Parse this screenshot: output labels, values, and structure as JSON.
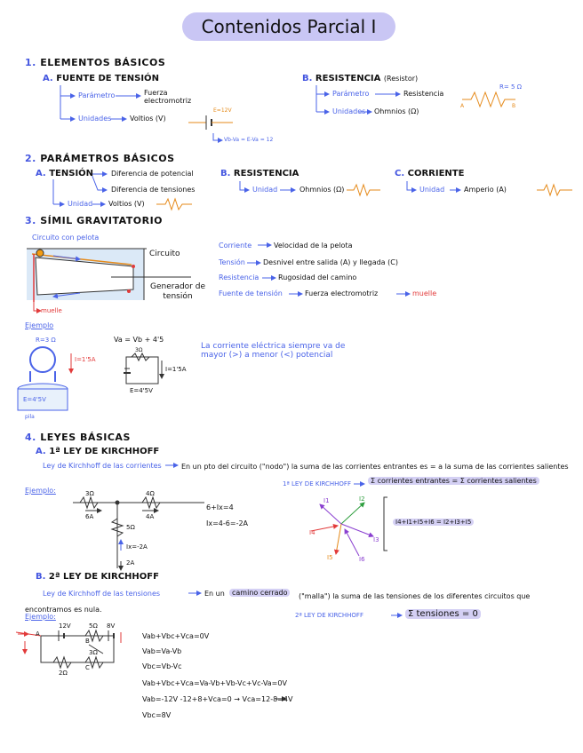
{
  "title": "Contenidos Parcial I",
  "s1": {
    "num": "1.",
    "heading": "ELEMENTOS BÁSICOS",
    "a_letter": "A.",
    "a_heading": "FUENTE DE TENSIÓN",
    "a_param": "Parámetro",
    "a_param_val": "Fuerza electromotriz",
    "a_unit": "Unidades",
    "a_unit_val": "Voltios (V)",
    "a_circuit_e": "E=12V",
    "a_formula": "Vb-Va = E-Va = 12",
    "b_letter": "B.",
    "b_heading": "RESISTENCIA",
    "b_heading_sub": "(Resistor)",
    "b_param": "Parámetro",
    "b_param_val": "Resistencia",
    "b_unit": "Unidades",
    "b_unit_val": "Ohmnios (Ω)",
    "b_r": "R= 5 Ω",
    "b_a": "A",
    "b_b": "B"
  },
  "s2": {
    "num": "2.",
    "heading": "PARÁMETROS BÁSICOS",
    "a_letter": "A.",
    "a_heading": "TENSIÓN",
    "a_item1": "Diferencia de potencial",
    "a_item2": "Diferencia de tensiones",
    "a_unit": "Unidad",
    "a_unit_val": "Voltios (V)",
    "b_letter": "B.",
    "b_heading": "RESISTENCIA",
    "b_unit": "Unidad",
    "b_unit_val": "Ohmnios (Ω)",
    "c_letter": "C.",
    "c_heading": "CORRIENTE",
    "c_unit": "Unidad",
    "c_unit_val": "Amperio (A)"
  },
  "s3": {
    "num": "3.",
    "heading": "SÍMIL GRAVITATORIO",
    "sub": "Circuito con pelota",
    "circuito": "Circuito",
    "generador": "Generador de tensión",
    "muelle_label": "muelle",
    "map": [
      {
        "k": "Corriente",
        "v": "Velocidad de la pelota"
      },
      {
        "k": "Tensión",
        "v": "Desnivel entre salida (A) y llegada (C)"
      },
      {
        "k": "Resistencia",
        "v": "Rugosidad del camino"
      },
      {
        "k": "Fuente de tensión",
        "v": "Fuerza electromotriz",
        "extra": "muelle"
      }
    ],
    "ejemplo": "Ejemplo",
    "ex_r": "R=3 Ω",
    "ex_i": "I=1'5A",
    "ex_e": "E=4'5V",
    "ex_pila": "pila",
    "ex_eq": "Va = Vb + 4'5",
    "ex_r2": "3Ω",
    "ex_i2": "I=1'5A",
    "ex_e2": "E=4'5V",
    "note": "La corriente eléctrica siempre va de mayor (>) a menor (<) potencial"
  },
  "s4": {
    "num": "4.",
    "heading": "LEYES BÁSICAS",
    "a_letter": "A.",
    "a_heading": "1ª LEY DE KIRCHHOFF",
    "a_def_k": "Ley de Kirchhoff de las corrientes",
    "a_def": "En un pto del circuito (\"nodo\") la suma de las corrientes entrantes es = a la suma de las corrientes salientes",
    "a_law_name": "1ª LEY DE KIRCHHOFF",
    "a_law": "Σ corrientes entrantes = Σ corrientes salientes",
    "a_ejemplo": "Ejemplo:",
    "a_ex_labels": [
      "3Ω",
      "4Ω",
      "6A",
      "4A",
      "5Ω",
      "Ix=-2A",
      "2A"
    ],
    "a_ex_eq1": "6+Ix=4",
    "a_ex_eq2": "Ix=4-6=-2A",
    "a_star": [
      "I1",
      "I2",
      "I3",
      "I4",
      "I5",
      "I6"
    ],
    "a_star_eq": "I4+I1+I5+I6 = I2+I3+I5",
    "b_letter": "B.",
    "b_heading": "2ª LEY DE KIRCHHOFF",
    "b_def_k": "Ley de Kirchhoff de las tensiones",
    "b_def_1": "En un",
    "b_def_hl": "camino cerrado",
    "b_def_2": "(\"malla\") la suma de las tensiones de los diferentes circuitos que encontramos es nula.",
    "b_law_name": "2ª LEY DE KIRCHHOFF",
    "b_law": "Σ tensiones = 0",
    "b_ejemplo": "Ejemplo:",
    "b_ex_labels": [
      "12V",
      "5Ω",
      "3Ω",
      "8V",
      "2Ω",
      "A",
      "B",
      "C"
    ],
    "b_eqs": [
      "Vab+Vbc+Vca=0V",
      "Vab=Va-Vb",
      "Vbc=Vb-Vc",
      "Vab+Vbc+Vca=Va-Vb+Vb-Vc+Vc-Va=0V",
      "Vab=-12V   -12+8+Vca=0 → Vca=12-8=4V",
      "Vbc=8V"
    ]
  },
  "colors": {
    "accent": "#4a63e8",
    "pill": "#c9c6f4",
    "red": "#e23a3a",
    "orange": "#e58a1a"
  }
}
